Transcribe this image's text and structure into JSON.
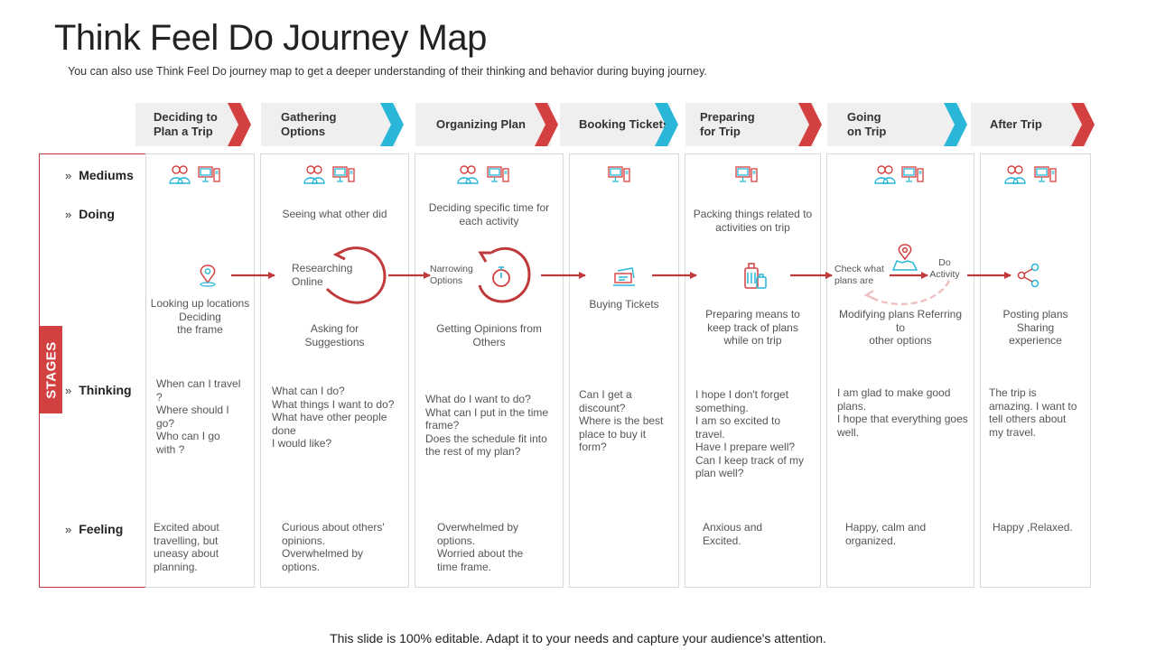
{
  "title": "Think Feel Do Journey Map",
  "subtitle": "You can also use Think Feel Do journey map to get a deeper understanding of their thinking and behavior  during buying journey.",
  "footer": "This slide is 100% editable. Adapt it to your needs and capture your audience's attention.",
  "stages_label": "STAGES",
  "row_labels": {
    "mediums": "Mediums",
    "doing": "Doing",
    "thinking": "Thinking",
    "feeling": "Feeling"
  },
  "colors": {
    "accent_red": "#d2403f",
    "accent_blue": "#29b6d8",
    "header_bg": "#efefef"
  },
  "phases": [
    {
      "label1": "Deciding to",
      "label2": "Plan a Trip",
      "chevron": "red"
    },
    {
      "label1": "Gathering",
      "label2": "Options",
      "chevron": "blue"
    },
    {
      "label1": "Organizing Plan",
      "label2": "",
      "chevron": "red"
    },
    {
      "label1": "Booking Tickets",
      "label2": "",
      "chevron": "blue"
    },
    {
      "label1": "Preparing",
      "label2": "for Trip",
      "chevron": "red"
    },
    {
      "label1": "Going",
      "label2": "on Trip",
      "chevron": "blue"
    },
    {
      "label1": "After Trip",
      "label2": "",
      "chevron": "red"
    }
  ],
  "columns": [
    {
      "mediums": [
        "people-icon",
        "computer-icon"
      ],
      "doing_top": "",
      "step_label": "",
      "step_icon": "location-pin-icon",
      "doing_bottom": "Looking up locations\nDeciding\nthe frame",
      "thinking": "When can I travel\n?\nWhere should I\ngo?\nWho can I go\nwith ?",
      "feeling": "Excited about\ntravelling, but\nuneasy about\nplanning."
    },
    {
      "mediums": [
        "people-icon",
        "computer-icon"
      ],
      "doing_top": "Seeing what other did",
      "step_label": "Researching\nOnline",
      "step_icon": "refresh-circle-icon",
      "doing_bottom": "Asking for\nSuggestions",
      "thinking": "What can I do?\nWhat things I want to do?\nWhat have other people\ndone\nI would like?",
      "feeling": "Curious about others'\nopinions.\nOverwhelmed by\noptions."
    },
    {
      "mediums": [
        "people-icon",
        "computer-icon"
      ],
      "doing_top": "Deciding specific time for\neach activity",
      "step_label": "Narrowing\nOptions",
      "step_icon": "stopwatch-icon",
      "doing_bottom": "Getting Opinions from\nOthers",
      "thinking": "What do I want to do?\nWhat can I put in the time\nframe?\nDoes the schedule fit into\nthe rest of my plan?",
      "feeling": "Overwhelmed by\noptions.\nWorried about the\ntime frame."
    },
    {
      "mediums": [
        "computer-icon"
      ],
      "doing_top": "",
      "step_label": "",
      "step_icon": "ticket-icon",
      "doing_bottom": "Buying Tickets",
      "thinking": "Can I get a\ndiscount?\nWhere is the best\nplace to buy it\nform?",
      "feeling": ""
    },
    {
      "mediums": [
        "computer-icon"
      ],
      "doing_top": "Packing things related to\nactivities on trip",
      "step_label": "",
      "step_icon": "luggage-icon",
      "doing_bottom": "Preparing means to\nkeep track of plans\nwhile on trip",
      "thinking": "I hope I don't forget\nsomething.\nI am so excited to\ntravel.\nHave I prepare well?\nCan I keep track of my\nplan well?",
      "feeling": "Anxious and\nExcited."
    },
    {
      "mediums": [
        "people-icon",
        "computer-icon"
      ],
      "doing_top": "",
      "step_label": "Check what\nplans are",
      "step_label2": "Do\nActivity",
      "step_icon": "map-pin-icon",
      "doing_bottom": "Modifying plans Referring\nto\nother options",
      "thinking": "I am glad to make good\nplans.\nI hope that everything goes\nwell.",
      "feeling": "Happy, calm and\norganized."
    },
    {
      "mediums": [
        "people-icon",
        "computer-icon"
      ],
      "doing_top": "",
      "step_label": "",
      "step_icon": "share-icon",
      "doing_bottom": "Posting plans\nSharing\nexperience",
      "thinking": "The trip is\namazing. I want to\ntell others about\nmy travel.",
      "feeling": "Happy ,Relaxed."
    }
  ]
}
